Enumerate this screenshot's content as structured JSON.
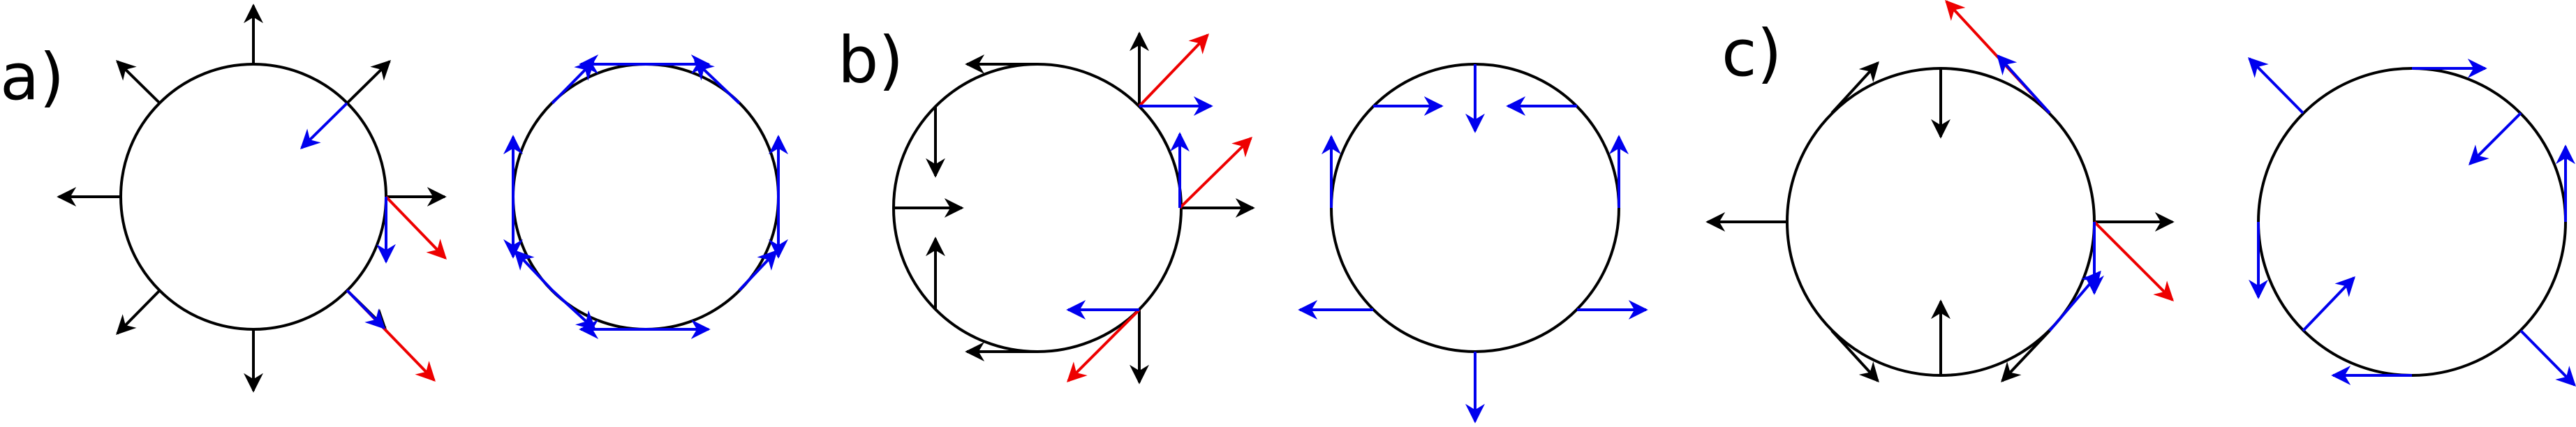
{
  "colors": {
    "black": "#000000",
    "blue": "#0000ee",
    "red": "#ee0000"
  },
  "panels": [
    {
      "id": "a",
      "label": "a)"
    },
    {
      "id": "b",
      "label": "b)"
    },
    {
      "id": "c",
      "label": "c)"
    }
  ]
}
